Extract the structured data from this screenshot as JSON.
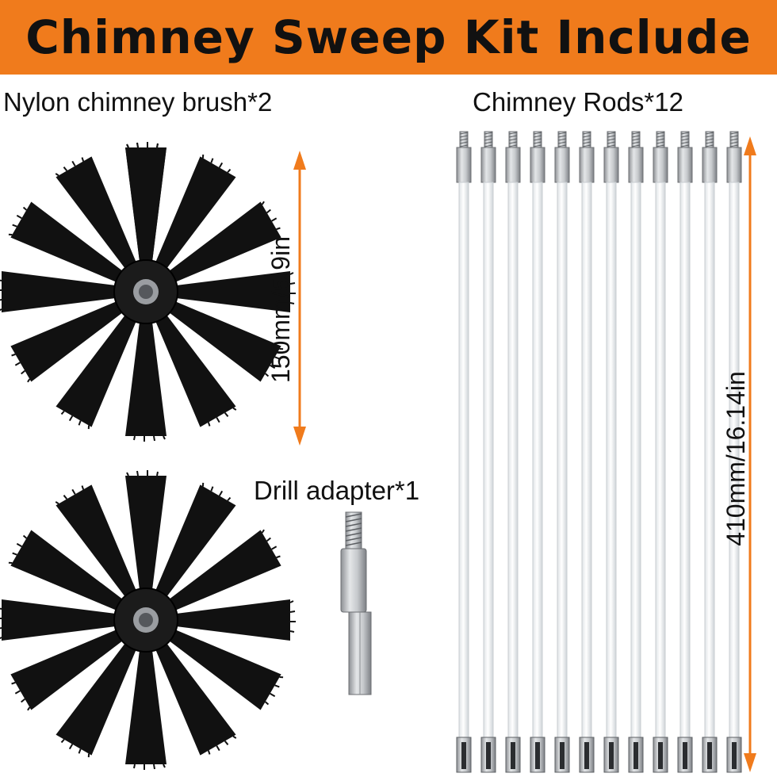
{
  "banner": {
    "title": "Chimney Sweep Kit Include"
  },
  "labels": {
    "brush": "Nylon chimney brush*2",
    "rods": "Chimney Rods*12",
    "drill": "Drill adapter*1"
  },
  "dimensions": {
    "brush": "150mm/5.9in",
    "rods": "410mm/16.14in"
  },
  "colors": {
    "banner": "#f07b1c",
    "arrow": "#f07b1c",
    "bristle": "#111111",
    "rod": "#f6f7f8",
    "metal": "#b9bcc0"
  }
}
